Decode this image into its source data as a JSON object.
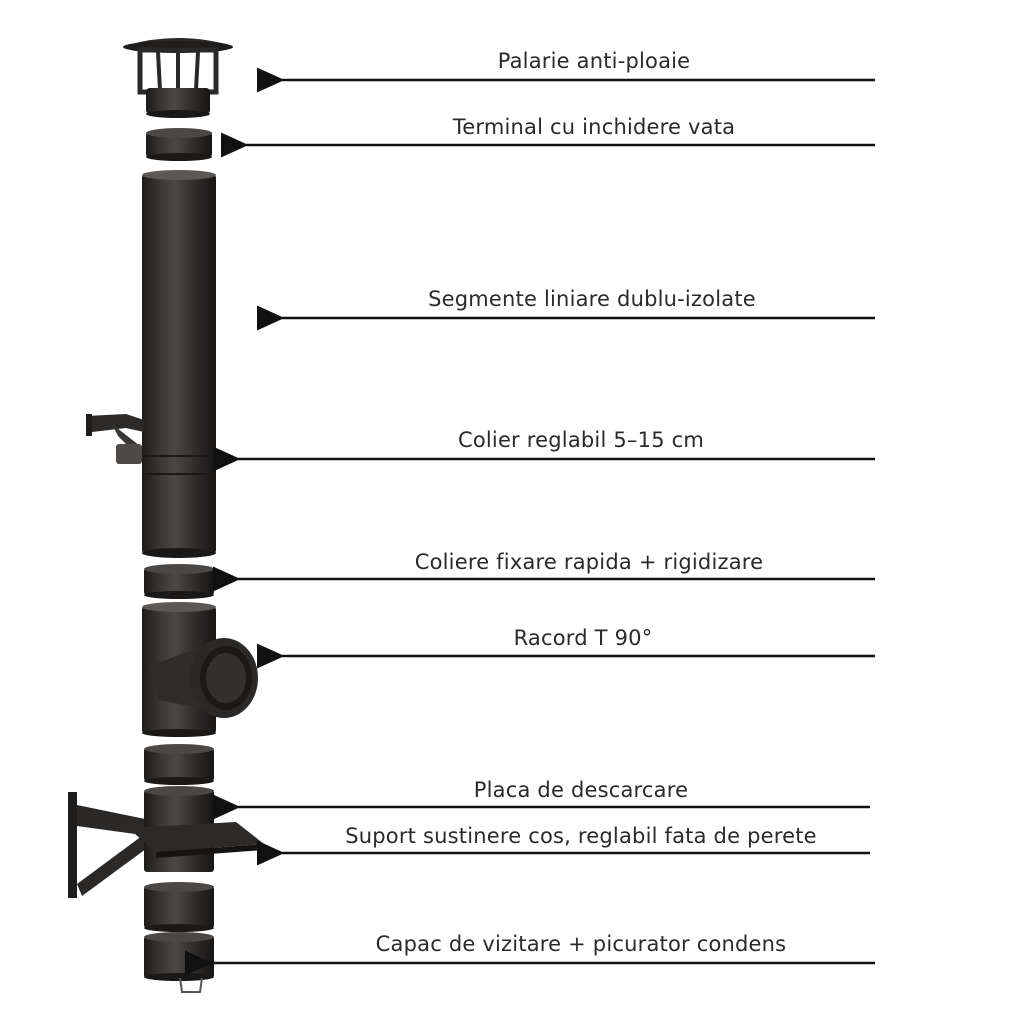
{
  "diagram": {
    "labels": [
      {
        "id": "cap",
        "text": "Palarie anti-ploaie"
      },
      {
        "id": "terminal",
        "text": "Terminal cu inchidere vata"
      },
      {
        "id": "segments",
        "text": "Segmente liniare dublu-izolate"
      },
      {
        "id": "collar",
        "text": "Colier reglabil 5–15 cm"
      },
      {
        "id": "clamps",
        "text": "Coliere fixare rapida + rigidizare"
      },
      {
        "id": "tee",
        "text": "Racord T 90°"
      },
      {
        "id": "plate",
        "text": "Placa de descarcare"
      },
      {
        "id": "support",
        "text": "Suport sustinere cos, reglabil fata de perete"
      },
      {
        "id": "cover",
        "text": "Capac de vizitare + picurator condens"
      }
    ],
    "colors": {
      "metal": "#2e2c2a",
      "metal_dark": "#1a1918",
      "metal_light": "#5a5754",
      "arrow": "#111111",
      "text": "#2a2a2a"
    }
  }
}
